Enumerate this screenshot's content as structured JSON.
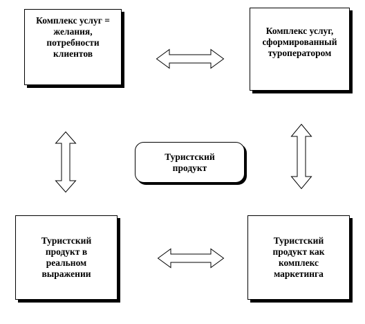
{
  "diagram": {
    "center": {
      "label": "Туристский\nпродукт"
    },
    "boxes": {
      "top_left": {
        "label": "Комплекс услуг =\nжелания,\nпотребности\nклиентов"
      },
      "top_right": {
        "label": "Комплекс услуг,\nсформированный\nтуроператором"
      },
      "bottom_left": {
        "label": "Туристский\nпродукт в\nреальном\nвыражении"
      },
      "bottom_right": {
        "label": "Туристский\nпродукт как\nкомплекс\nмаркетинга"
      }
    },
    "connectors": [
      {
        "from": "top_left",
        "to": "top_right",
        "style": "double-headed hollow arrow"
      },
      {
        "from": "top_left",
        "to": "bottom_left",
        "style": "double-headed hollow arrow"
      },
      {
        "from": "top_right",
        "to": "bottom_right",
        "style": "double-headed hollow arrow"
      },
      {
        "from": "bottom_left",
        "to": "bottom_right",
        "style": "double-headed hollow arrow"
      }
    ],
    "colors": {
      "stroke": "#000000",
      "fill": "#ffffff",
      "shadow": "#000000"
    }
  }
}
